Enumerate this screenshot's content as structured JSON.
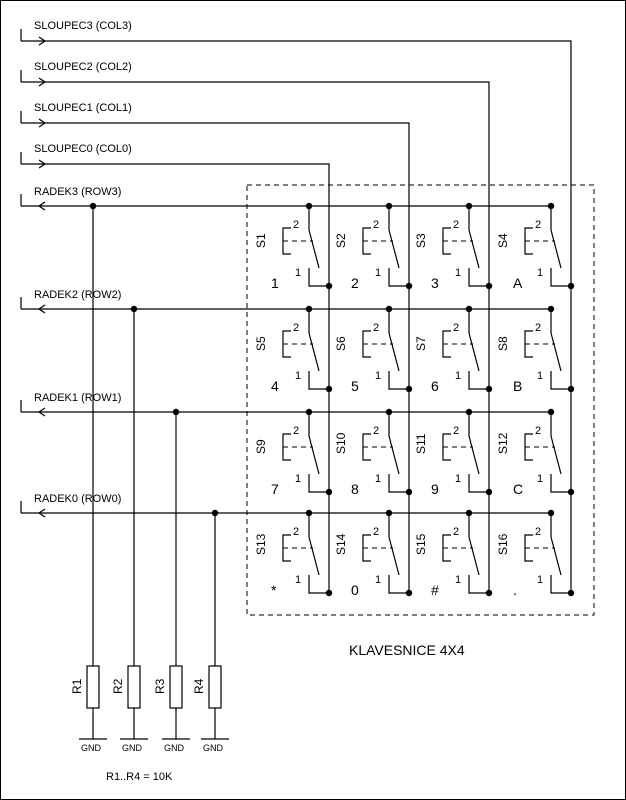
{
  "columns": [
    {
      "label": "SLOUPEC3 (COL3)"
    },
    {
      "label": "SLOUPEC2 (COL2)"
    },
    {
      "label": "SLOUPEC1 (COL1)"
    },
    {
      "label": "SLOUPEC0 (COL0)"
    }
  ],
  "rows": [
    {
      "label": "RADEK3 (ROW3)"
    },
    {
      "label": "RADEK2 (ROW2)"
    },
    {
      "label": "RADEK1 (ROW1)"
    },
    {
      "label": "RADEK0 (ROW0)"
    }
  ],
  "switches": [
    {
      "ref": "S1",
      "key": "1"
    },
    {
      "ref": "S2",
      "key": "2"
    },
    {
      "ref": "S3",
      "key": "3"
    },
    {
      "ref": "S4",
      "key": "A"
    },
    {
      "ref": "S5",
      "key": "4"
    },
    {
      "ref": "S6",
      "key": "5"
    },
    {
      "ref": "S7",
      "key": "6"
    },
    {
      "ref": "S8",
      "key": "B"
    },
    {
      "ref": "S9",
      "key": "7"
    },
    {
      "ref": "S10",
      "key": "8"
    },
    {
      "ref": "S11",
      "key": "9"
    },
    {
      "ref": "S12",
      "key": "C"
    },
    {
      "ref": "S13",
      "key": "*"
    },
    {
      "ref": "S14",
      "key": "0"
    },
    {
      "ref": "S15",
      "key": "#"
    },
    {
      "ref": "S16",
      "key": "."
    }
  ],
  "pins": {
    "top": "2",
    "bottom": "1"
  },
  "resistors": [
    {
      "ref": "R1",
      "gnd": "GND"
    },
    {
      "ref": "R2",
      "gnd": "GND"
    },
    {
      "ref": "R3",
      "gnd": "GND"
    },
    {
      "ref": "R4",
      "gnd": "GND"
    }
  ],
  "keypad_title": "KLAVESNICE 4X4",
  "resistor_note": "R1..R4 = 10K"
}
